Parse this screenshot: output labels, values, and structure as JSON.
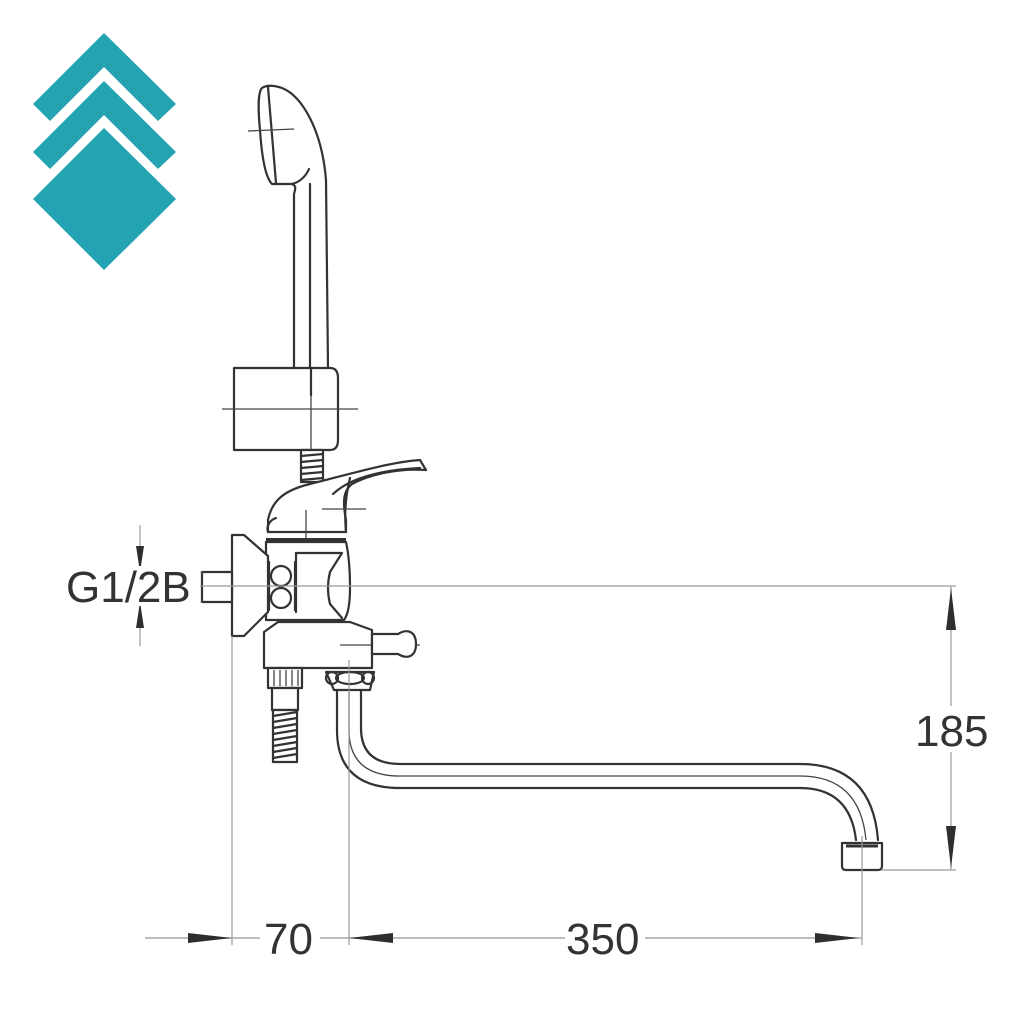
{
  "drawing": {
    "subject": "Wall-mounted bath/shower mixer with long swivel spout and hand shower",
    "logo": {
      "name": "stacked-diamond-chevrons-logo",
      "color": "#24a3b3"
    },
    "dimensions": {
      "thread": "G1/2B",
      "wall_to_spout_axis": "70",
      "spout_reach": "350",
      "spout_height": "185"
    },
    "colors": {
      "line": "#333333",
      "dimension_line": "#a8a8a8",
      "background": "#ffffff"
    }
  }
}
